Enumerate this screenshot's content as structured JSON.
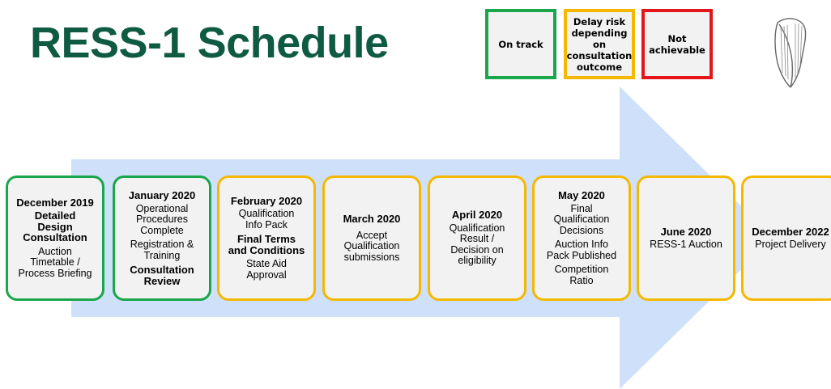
{
  "title": "RESS-1 Schedule",
  "legend": {
    "on_track": "On track",
    "delay_risk_lines": [
      "Delay risk",
      "depending",
      "on",
      "consultation",
      "outcome"
    ],
    "not_achievable_lines": [
      "Not",
      "achievable"
    ]
  },
  "colors": {
    "green": "#1aa64a",
    "amber": "#f5b800",
    "red": "#e3161b",
    "arrow": "#cfe0fb",
    "title": "#0f5a42"
  },
  "stages": [
    {
      "status": "green",
      "date": "December 2019",
      "lines": [
        {
          "text": "Detailed",
          "bold": true
        },
        {
          "text": "Design",
          "bold": true
        },
        {
          "text": "Consultation",
          "bold": true
        },
        {
          "text": "Auction",
          "bold": false,
          "gap": true
        },
        {
          "text": "Timetable /",
          "bold": false
        },
        {
          "text": "Process Briefing",
          "bold": false
        }
      ]
    },
    {
      "status": "green",
      "date": "January 2020",
      "lines": [
        {
          "text": "Operational",
          "bold": false
        },
        {
          "text": "Procedures",
          "bold": false
        },
        {
          "text": "Complete",
          "bold": false
        },
        {
          "text": "Registration &",
          "bold": false,
          "gap": true
        },
        {
          "text": "Training",
          "bold": false
        },
        {
          "text": "Consultation",
          "bold": true,
          "gap": true
        },
        {
          "text": "Review",
          "bold": true
        }
      ]
    },
    {
      "status": "amber",
      "date": "February 2020",
      "lines": [
        {
          "text": "Qualification",
          "bold": false
        },
        {
          "text": "Info Pack",
          "bold": false
        },
        {
          "text": "Final Terms",
          "bold": true,
          "gap": true
        },
        {
          "text": "and Conditions",
          "bold": true
        },
        {
          "text": "State Aid",
          "bold": false,
          "gap": true
        },
        {
          "text": "Approval",
          "bold": false
        }
      ]
    },
    {
      "status": "amber",
      "date": "March 2020",
      "lines": [
        {
          "text": "Accept",
          "bold": false,
          "gap": true
        },
        {
          "text": "Qualification",
          "bold": false
        },
        {
          "text": "submissions",
          "bold": false
        }
      ]
    },
    {
      "status": "amber",
      "date": "April 2020",
      "lines": [
        {
          "text": "Qualification",
          "bold": false
        },
        {
          "text": "Result /",
          "bold": false
        },
        {
          "text": "Decision on",
          "bold": false
        },
        {
          "text": "eligibility",
          "bold": false
        }
      ]
    },
    {
      "status": "amber",
      "date": "May 2020",
      "lines": [
        {
          "text": "Final",
          "bold": false
        },
        {
          "text": "Qualification",
          "bold": false
        },
        {
          "text": "Decisions",
          "bold": false
        },
        {
          "text": "Auction Info",
          "bold": false,
          "gap": true
        },
        {
          "text": "Pack Published",
          "bold": false
        },
        {
          "text": "Competition",
          "bold": false,
          "gap": true
        },
        {
          "text": "Ratio",
          "bold": false
        }
      ]
    },
    {
      "status": "amber",
      "date": "June 2020",
      "lines": [
        {
          "text": "RESS-1 Auction",
          "bold": false
        }
      ]
    },
    {
      "status": "amber",
      "date": "December 2022",
      "lines": [
        {
          "text": "Project Delivery",
          "bold": false
        }
      ]
    }
  ]
}
